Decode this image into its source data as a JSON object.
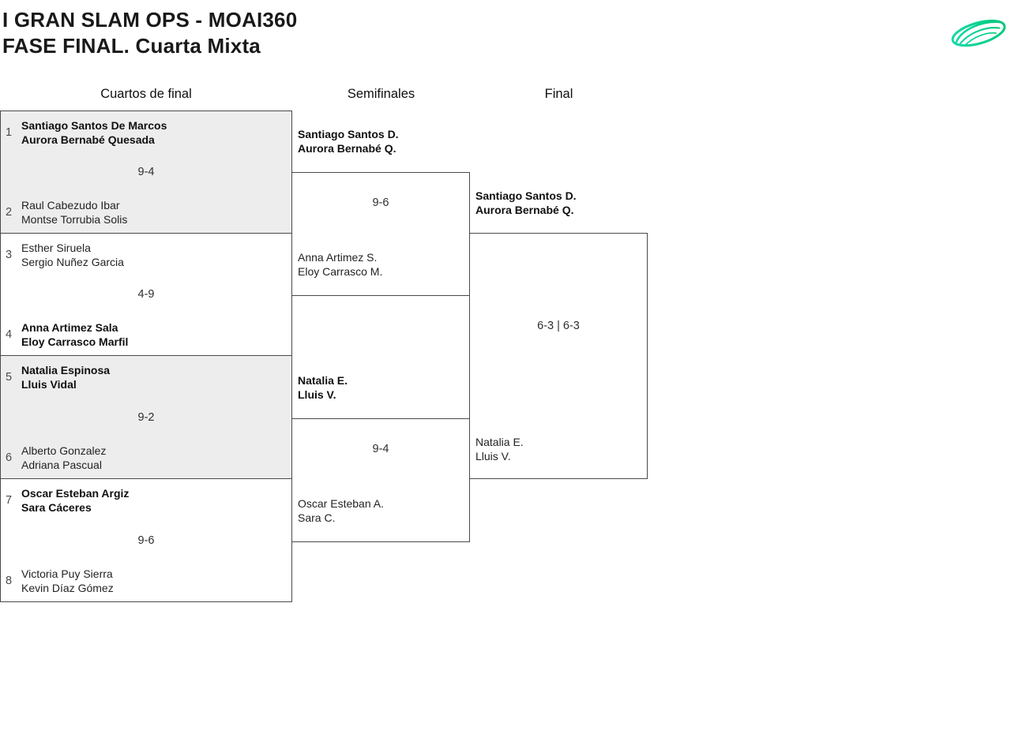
{
  "colors": {
    "accent_green": "#0cce8d",
    "shaded_match_bg": "#ededed",
    "bracket_border": "#4a4a4a"
  },
  "header": {
    "title_line1": "I GRAN SLAM OPS - MOAI360",
    "title_line2": "FASE FINAL. Cuarta Mixta",
    "logo_icon": "green-swoosh-ball-logo"
  },
  "round_labels": {
    "quarterfinals": "Cuartos de final",
    "semifinals": "Semifinales",
    "final": "Final"
  },
  "quarterfinals": [
    {
      "seed_top": "1",
      "team_top": [
        "Santiago Santos De Marcos",
        "Aurora Bernabé Quesada"
      ],
      "top_winner": true,
      "score": "9-4",
      "seed_bottom": "2",
      "team_bottom": [
        "Raul Cabezudo Ibar",
        "Montse Torrubia Solis"
      ],
      "bottom_winner": false
    },
    {
      "seed_top": "3",
      "team_top": [
        "Esther Siruela",
        "Sergio Nuñez Garcia"
      ],
      "top_winner": false,
      "score": "4-9",
      "seed_bottom": "4",
      "team_bottom": [
        "Anna Artimez Sala",
        "Eloy Carrasco Marfil"
      ],
      "bottom_winner": true
    },
    {
      "seed_top": "5",
      "team_top": [
        "Natalia Espinosa",
        "Lluis Vidal"
      ],
      "top_winner": true,
      "score": "9-2",
      "seed_bottom": "6",
      "team_bottom": [
        "Alberto Gonzalez",
        "Adriana Pascual"
      ],
      "bottom_winner": false
    },
    {
      "seed_top": "7",
      "team_top": [
        "Oscar Esteban Argiz",
        "Sara Cáceres"
      ],
      "top_winner": true,
      "score": "9-6",
      "seed_bottom": "8",
      "team_bottom": [
        "Victoria Puy Sierra",
        "Kevin Díaz Gómez"
      ],
      "bottom_winner": false
    }
  ],
  "semifinals": [
    {
      "team_top": [
        "Santiago Santos D.",
        "Aurora Bernabé Q."
      ],
      "top_winner": true,
      "score": "9-6",
      "team_bottom": [
        "Anna Artimez S.",
        "Eloy Carrasco M."
      ],
      "bottom_winner": false
    },
    {
      "team_top": [
        "Natalia E.",
        "Lluis V."
      ],
      "top_winner": true,
      "score": "9-4",
      "team_bottom": [
        "Oscar Esteban A.",
        "Sara C."
      ],
      "bottom_winner": false
    }
  ],
  "final": {
    "team_top": [
      "Santiago Santos D.",
      "Aurora Bernabé Q."
    ],
    "top_winner": true,
    "score": "6-3 | 6-3",
    "team_bottom": [
      "Natalia E.",
      "Lluis V."
    ],
    "bottom_winner": false
  }
}
